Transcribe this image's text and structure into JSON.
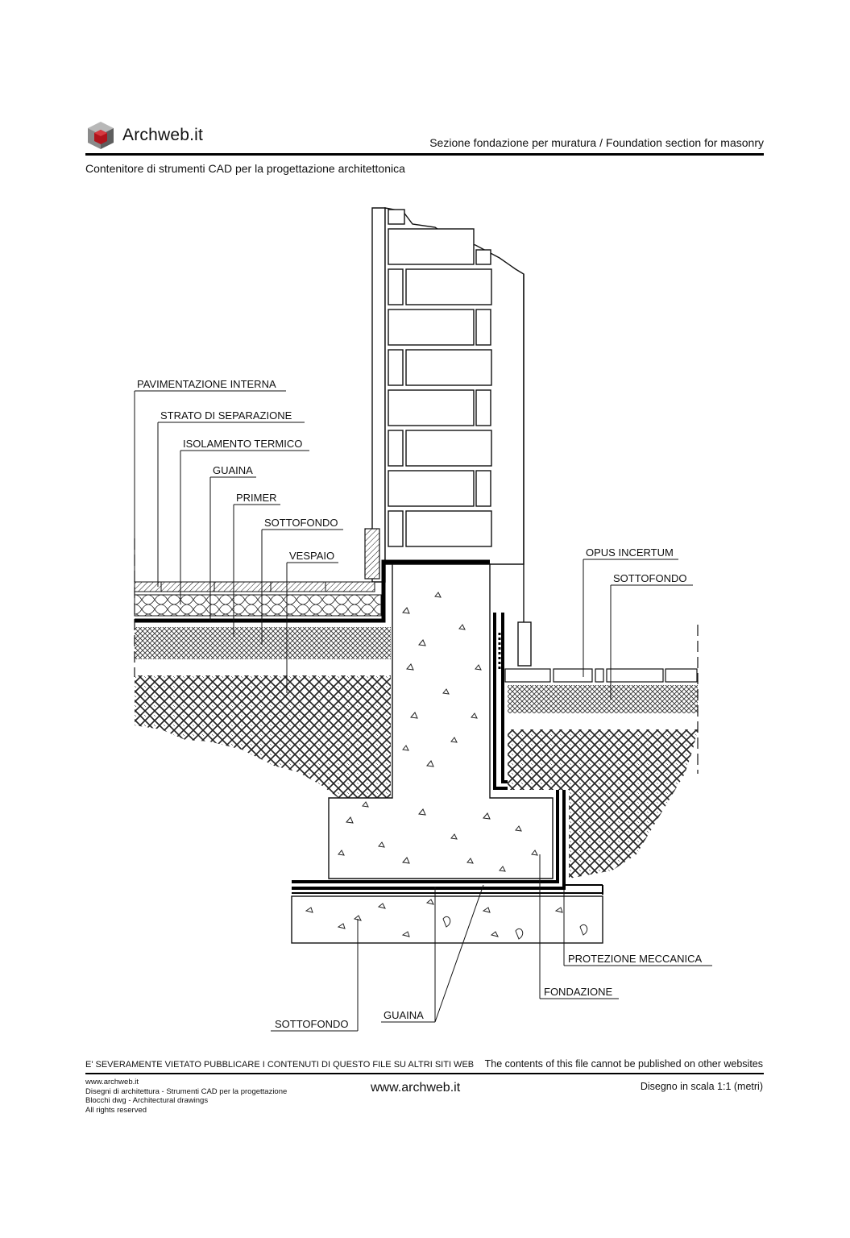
{
  "header": {
    "logo_text": "Archweb.it",
    "title": "Sezione fondazione per muratura  /  Foundation section for masonry",
    "subtitle": "Contenitore di strumenti CAD per la progettazione architettonica"
  },
  "labels": {
    "left": [
      "PAVIMENTAZIONE INTERNA",
      "STRATO DI SEPARAZIONE",
      "ISOLAMENTO TERMICO",
      "GUAINA",
      "PRIMER",
      "SOTTOFONDO",
      "VESPAIO"
    ],
    "right": [
      "OPUS INCERTUM",
      "SOTTOFONDO"
    ],
    "bottom": [
      "PROTEZIONE MECCANICA",
      "FONDAZIONE",
      "GUAINA",
      "SOTTOFONDO"
    ]
  },
  "footer": {
    "warning_it": "E' SEVERAMENTE VIETATO PUBBLICARE I CONTENUTI DI QUESTO FILE SU ALTRI SITI WEB",
    "warning_en": "The contents of this file cannot be published on other websites",
    "lines": [
      "www.archweb.it",
      "Disegni di architettura - Strumenti CAD  per la progettazione",
      "Blocchi dwg - Architectural drawings",
      "All rights reserved"
    ],
    "url": "www.archweb.it",
    "scale": "Disegno in scala 1:1 (metri)"
  }
}
